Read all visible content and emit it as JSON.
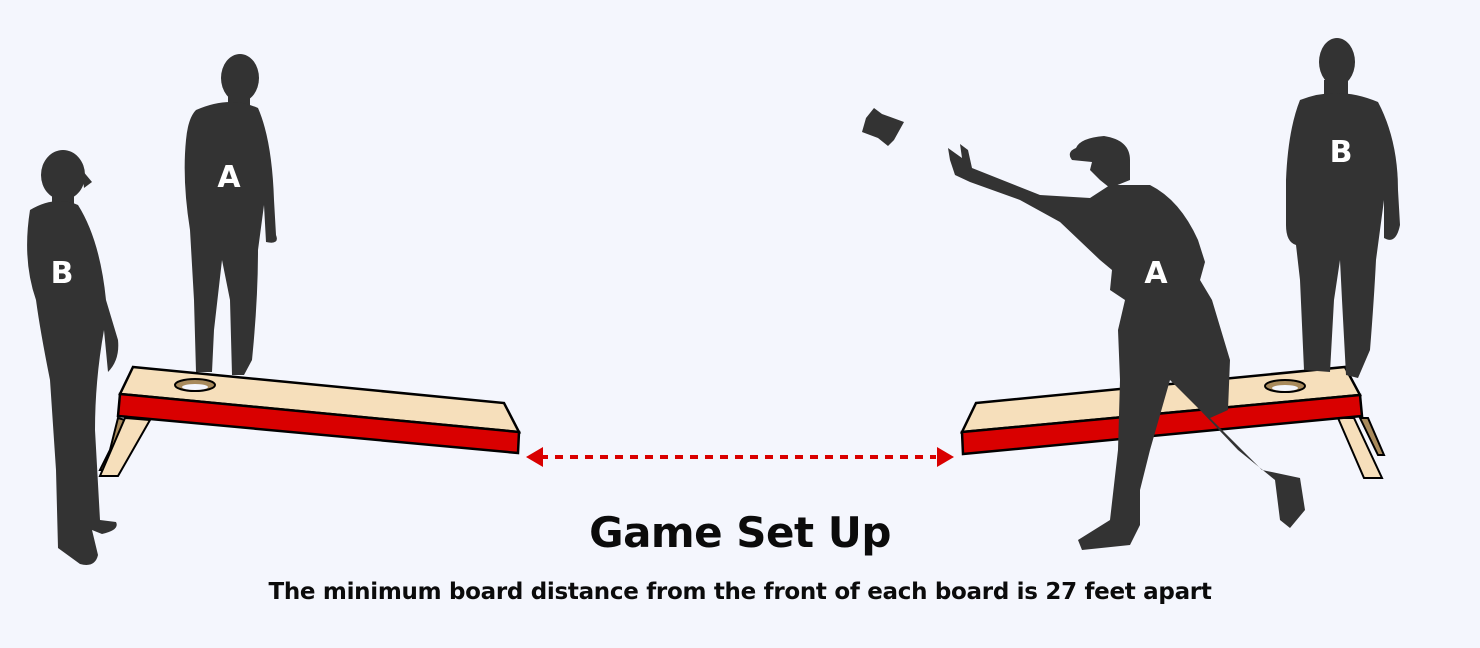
{
  "title": "Game Set Up",
  "subtitle": "The minimum board distance from the front of each board is 27 feet apart",
  "players": [
    {
      "label": "B",
      "side": "left",
      "pose": "standing-profile"
    },
    {
      "label": "A",
      "side": "left",
      "pose": "standing-behind-board"
    },
    {
      "label": "A",
      "side": "right",
      "pose": "throwing"
    },
    {
      "label": "B",
      "side": "right",
      "pose": "standing-behind-board"
    }
  ],
  "distance_indicator": {
    "style": "dashed double arrow",
    "meaning": "27 feet"
  },
  "colors": {
    "background": "#f4f6fd",
    "silhouette": "#333333",
    "board_top": "#f6dfbb",
    "board_side": "#d90000",
    "hole": "#a88a5c",
    "arrow": "#d90000",
    "text": "#0b0b0b"
  }
}
